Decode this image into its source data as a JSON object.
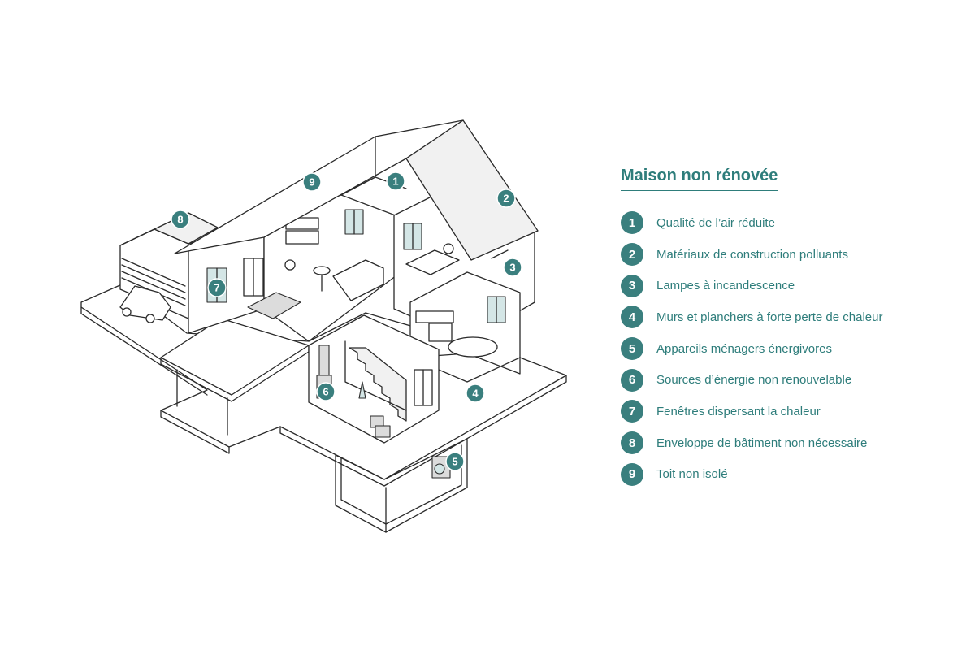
{
  "legend": {
    "title": "Maison non rénovée",
    "items": [
      {
        "number": "1",
        "label": "Qualité de l’air réduite"
      },
      {
        "number": "2",
        "label": "Matériaux de construction polluants"
      },
      {
        "number": "3",
        "label": "Lampes à incandescence"
      },
      {
        "number": "4",
        "label": "Murs et planchers à forte perte de chaleur"
      },
      {
        "number": "5",
        "label": "Appareils ménagers énergivores"
      },
      {
        "number": "6",
        "label": "Sources d’énergie non renouvelable"
      },
      {
        "number": "7",
        "label": "Fenêtres dispersant la chaleur"
      },
      {
        "number": "8",
        "label": "Enveloppe de bâtiment non nécessaire"
      },
      {
        "number": "9",
        "label": "Toit non isolé"
      }
    ]
  },
  "markers": [
    "1",
    "2",
    "3",
    "4",
    "5",
    "6",
    "7",
    "8",
    "9"
  ],
  "colors": {
    "accent": "#3a7f7e",
    "text": "#2e7d7b",
    "line": "#2a2a2a",
    "fill_light": "#f1f1f1",
    "glass": "#d4e6e6"
  }
}
